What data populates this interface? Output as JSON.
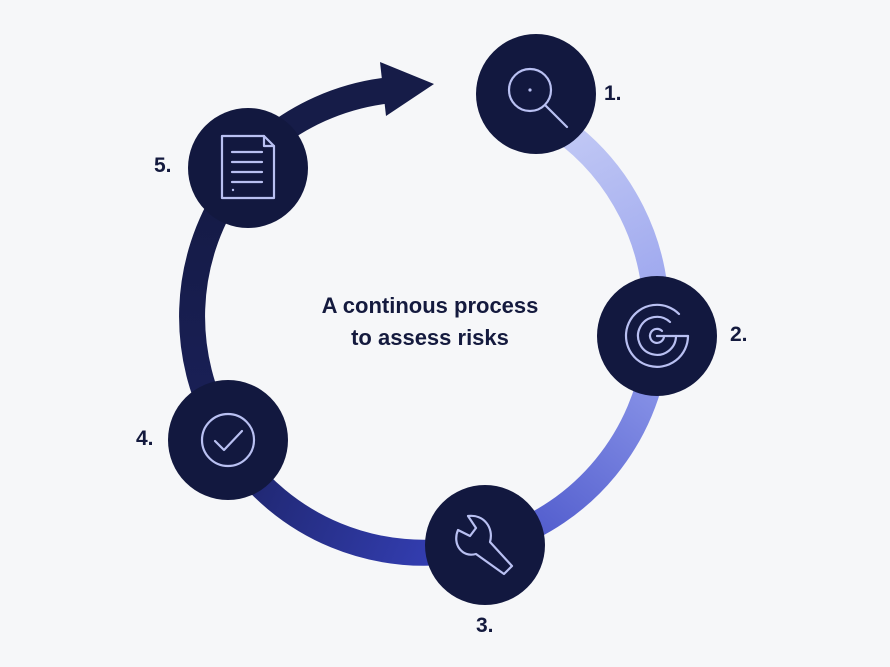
{
  "diagram": {
    "title_lines": [
      "A continous process",
      "to assess risks"
    ],
    "steps": [
      {
        "label": "1.",
        "icon": "magnifier-icon"
      },
      {
        "label": "2.",
        "icon": "radar-icon"
      },
      {
        "label": "3.",
        "icon": "wrench-icon"
      },
      {
        "label": "4.",
        "icon": "check-circle-icon"
      },
      {
        "label": "5.",
        "icon": "document-icon"
      }
    ],
    "colors": {
      "background": "#f6f7f9",
      "node_fill": "#12183f",
      "icon_stroke": "#b9c0f2",
      "text": "#141a3e",
      "ring_light": "#b5bdf2",
      "ring_mid": "#4551c8",
      "ring_dark": "#161c48"
    }
  }
}
